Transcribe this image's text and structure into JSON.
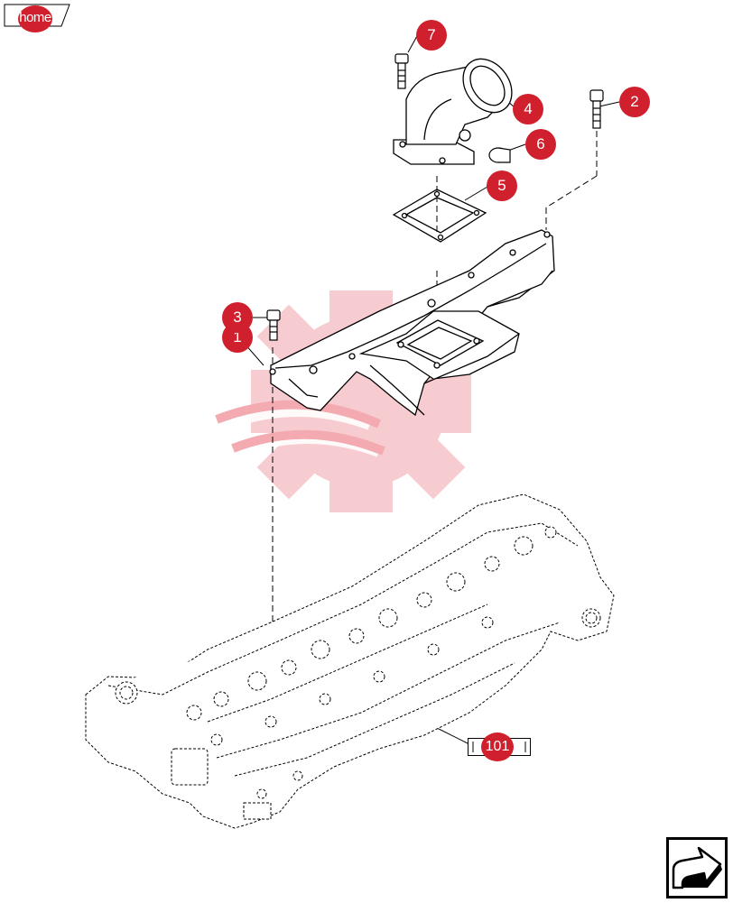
{
  "navigation": {
    "home_label": "home",
    "next_icon": "next-page-arrow-icon"
  },
  "diagram": {
    "callouts": [
      "1",
      "2",
      "3",
      "4",
      "5",
      "6",
      "7"
    ],
    "reference_callout": "101",
    "watermark_icon": "gear-logo-watermark",
    "colors": {
      "callout": "#d0202d",
      "line": "#000000",
      "watermark": "#f2b9bd"
    }
  }
}
